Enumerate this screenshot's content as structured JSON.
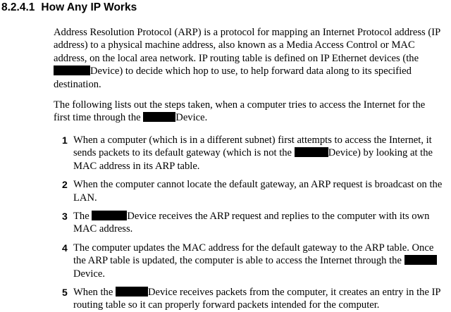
{
  "section": {
    "number": "8.2.4.1",
    "title": "How Any IP Works"
  },
  "intro": {
    "p1_before": "Address Resolution Protocol (ARP) is a protocol for mapping an Internet Protocol address (IP address) to a physical machine address, also known as a Media Access Control or MAC address, on the local area network. IP routing table is defined on IP Ethernet devices (the ",
    "p1_after": "Device) to decide which hop to use, to help forward data along to its specified destination.",
    "p2_before": "The following lists out the steps taken, when a computer tries to access the Internet for the first time through the ",
    "p2_after": "Device."
  },
  "steps": [
    {
      "num": "1",
      "before": "When a computer (which is in a different subnet) first attempts to access the Internet, it sends packets to its default gateway (which is not the ",
      "after": "Device) by looking at the MAC address in its ARP table."
    },
    {
      "num": "2",
      "text": "When the computer cannot locate the default gateway, an ARP request is broadcast on the LAN."
    },
    {
      "num": "3",
      "before": "The ",
      "after": "Device receives the ARP request and replies to the computer with its own MAC address."
    },
    {
      "num": "4",
      "before": "The computer updates the MAC address for the default gateway to the ARP table. Once the ARP table is updated, the computer is able to access the Internet through the ",
      "after": "Device."
    },
    {
      "num": "5",
      "before": "When the ",
      "after": "Device receives packets from the computer, it creates an entry in the IP routing table so it can properly forward packets intended for the computer."
    }
  ],
  "colors": {
    "text": "#000000",
    "redaction": "#000000",
    "background": "#ffffff"
  }
}
